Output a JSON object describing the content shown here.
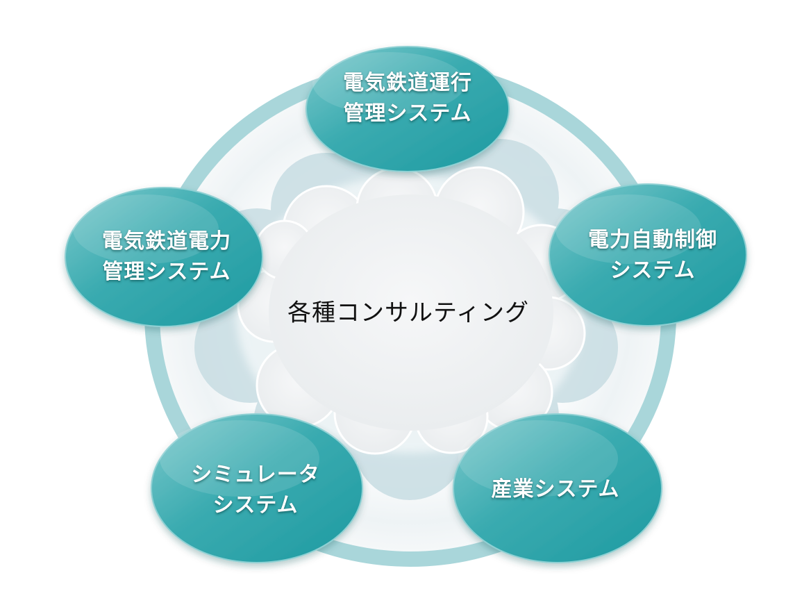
{
  "diagram": {
    "type": "hub-and-spoke",
    "center": {
      "label": "各種コンサルティング",
      "shape": "cloud",
      "text_color": "#111111"
    },
    "nodes": [
      {
        "id": "top",
        "line1": "電気鉄道運行",
        "line2": "管理システム"
      },
      {
        "id": "left",
        "line1": "電気鉄道電力",
        "line2": "管理システム"
      },
      {
        "id": "right",
        "line1": "電力自動制御",
        "line2": "システム"
      },
      {
        "id": "bottom-left",
        "line1": "シミュレータ",
        "line2": "システム"
      },
      {
        "id": "bottom-right",
        "line1": "産業システム",
        "line2": ""
      }
    ],
    "colors": {
      "node_fill": "#2fa5ab",
      "node_fill_light": "#6cc3c6",
      "ring": "#a8d6da",
      "cloud_fill": "#f1f3f5",
      "cloud_shadow": "#c9dde3",
      "background": "#ffffff"
    }
  }
}
